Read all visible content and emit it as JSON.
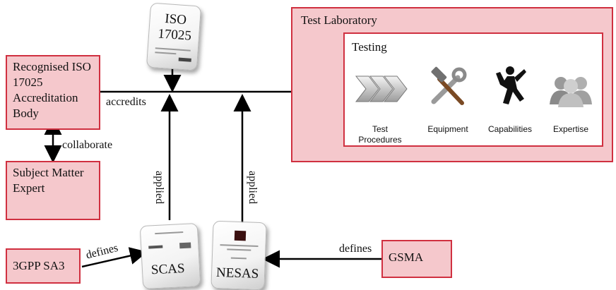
{
  "nodes": {
    "accreditation_body": "Recognised ISO 17025 Accreditation Body",
    "subject_matter_expert": "Subject Matter Expert",
    "sa3": "3GPP SA3",
    "gsma": "GSMA",
    "test_laboratory": "Test Laboratory",
    "testing": "Testing"
  },
  "documents": {
    "iso": "ISO 17025",
    "scas": "SCAS",
    "nesas": "NESAS"
  },
  "capabilities": [
    {
      "label": "Test Procedures",
      "icon": "chevron-arrows-icon"
    },
    {
      "label": "Equipment",
      "icon": "wrench-hammer-icon"
    },
    {
      "label": "Capabilities",
      "icon": "jumping-person-icon"
    },
    {
      "label": "Expertise",
      "icon": "people-group-icon"
    }
  ],
  "edges": {
    "accredits": "accredits",
    "collaborate": "collaborate",
    "applied_scas": "applied",
    "applied_nesas": "applied",
    "defines_sa3": "defines",
    "defines_gsma": "defines"
  },
  "colors": {
    "box_border": "#d03040",
    "box_fill": "#f5c8cc"
  }
}
